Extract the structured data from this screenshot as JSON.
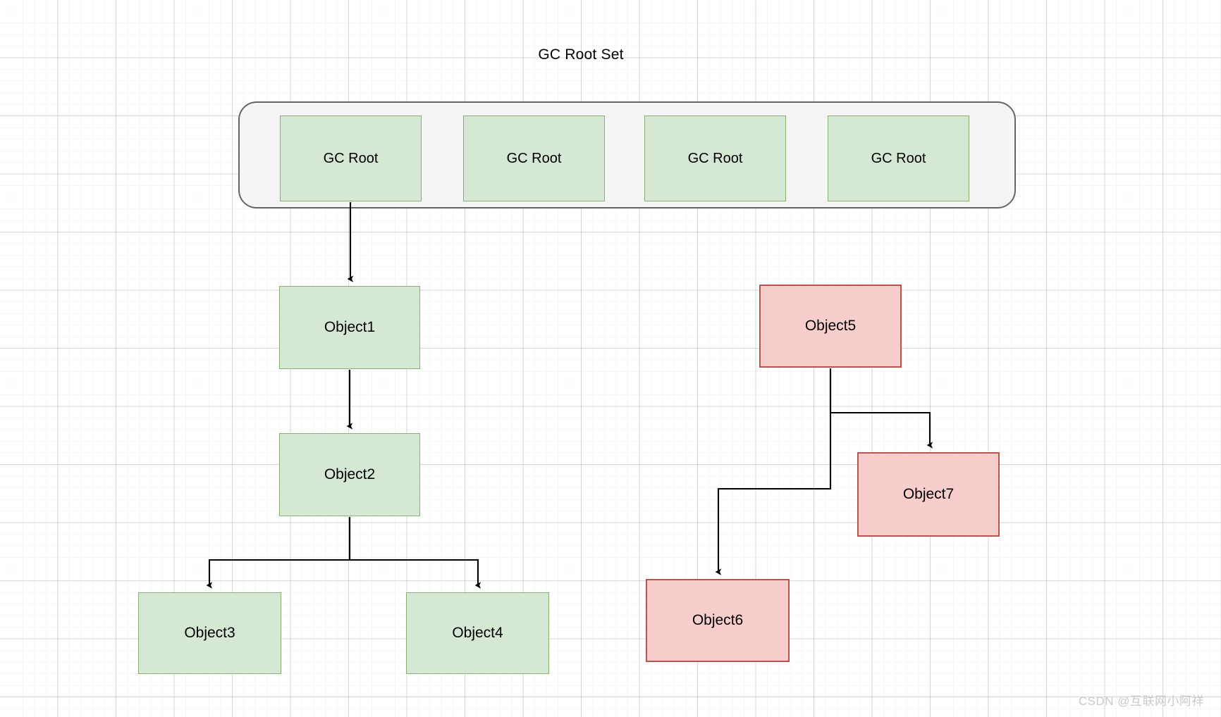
{
  "diagram": {
    "title": "GC Root Set",
    "type": "gc-reachability-graph",
    "colors": {
      "reachable_fill": "#d5e8d4",
      "reachable_border": "#82b366",
      "unreachable_fill": "#f8cecc",
      "unreachable_border": "#b85450",
      "container_fill": "#f5f5f5",
      "container_border": "#666666",
      "edge": "#000000",
      "grid_minor": "#f0f0f0",
      "grid_major": "#e0e0e0",
      "watermark": "#c9c9cf"
    }
  },
  "root_set": {
    "label": "GC Root Set",
    "roots": [
      {
        "label": "GC Root"
      },
      {
        "label": "GC Root"
      },
      {
        "label": "GC Root"
      },
      {
        "label": "GC Root"
      }
    ]
  },
  "nodes": {
    "object1": {
      "label": "Object1",
      "state": "reachable"
    },
    "object2": {
      "label": "Object2",
      "state": "reachable"
    },
    "object3": {
      "label": "Object3",
      "state": "reachable"
    },
    "object4": {
      "label": "Object4",
      "state": "reachable"
    },
    "object5": {
      "label": "Object5",
      "state": "unreachable"
    },
    "object6": {
      "label": "Object6",
      "state": "unreachable"
    },
    "object7": {
      "label": "Object7",
      "state": "unreachable"
    }
  },
  "edges": [
    {
      "from": "GC Root",
      "to": "Object1"
    },
    {
      "from": "Object1",
      "to": "Object2"
    },
    {
      "from": "Object2",
      "to": "Object3"
    },
    {
      "from": "Object2",
      "to": "Object4"
    },
    {
      "from": "Object5",
      "to": "Object6"
    },
    {
      "from": "Object5",
      "to": "Object7"
    }
  ],
  "watermark": {
    "text": "CSDN @互联网小阿祥"
  }
}
